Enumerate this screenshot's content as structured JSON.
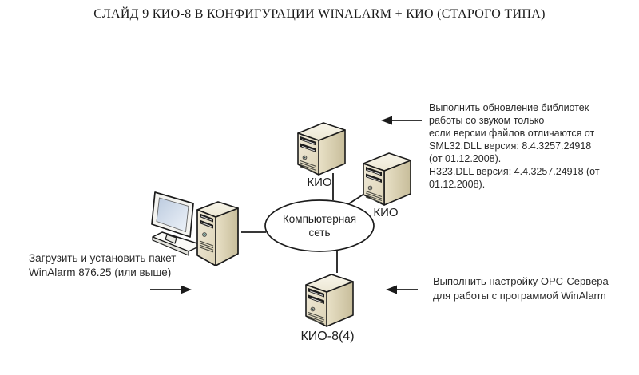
{
  "title": "СЛАЙД 9 КИО-8 В КОНФИГУРАЦИИ WINALARM + КИО (СТАРОГО ТИПА)",
  "network": {
    "label_line1": "Компьютерная",
    "label_line2": "сеть"
  },
  "nodes": {
    "server_top": {
      "label": "КИО"
    },
    "server_right": {
      "label": "КИО"
    },
    "server_bottom": {
      "label": "КИО-8(4)"
    }
  },
  "annotations": {
    "update_libraries": {
      "lines": [
        "Выполнить обновление библиотек",
        "работы со звуком только",
        "если версии файлов отличаются от",
        "SML32.DLL версия: 8.4.3257.24918",
        "(от 01.12.2008).",
        "H323.DLL версия: 4.4.3257.24918 (от",
        "01.12.2008)."
      ]
    },
    "install_package": {
      "lines": [
        "Загрузить и установить пакет",
        "WinAlarm 876.25 (или выше)"
      ]
    },
    "opc_setup": {
      "lines": [
        "Выполнить настройку OPC-Сервера",
        "для работы с программой WinAlarm"
      ]
    }
  },
  "icons": {
    "server": "server-tower-icon",
    "workstation": "desktop-computer-icon",
    "network": "network-cloud-ellipse",
    "arrow_update": "arrow-left-icon",
    "arrow_install": "arrow-right-icon",
    "arrow_opc": "arrow-left-icon"
  },
  "colors": {
    "background": "#ffffff",
    "outline": "#1b1b1b",
    "server_front": "#EDE7D3",
    "server_side": "#D9CFAF",
    "server_top_face": "#F6F3E8",
    "monitor_screen": "#C9D6E8",
    "text": "#222222"
  }
}
